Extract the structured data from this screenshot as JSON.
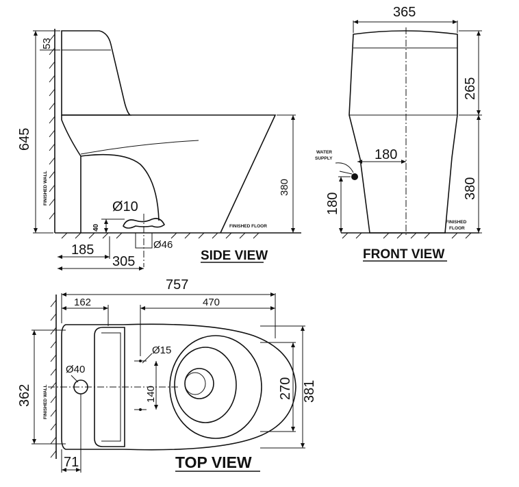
{
  "side_view": {
    "title": "SIDE VIEW",
    "dims": {
      "total_height": "645",
      "tank_top": "53",
      "rim_height": "380",
      "outlet_dia": "Ø10",
      "outlet_gap": "40",
      "to_wall": "185",
      "outlet_center": "305",
      "waste_dia": "Ø46"
    },
    "labels": {
      "wall": "FINISHED WALL",
      "floor": "FINISHED FLOOR"
    }
  },
  "front_view": {
    "title": "FRONT VIEW",
    "dims": {
      "width": "365",
      "tank_height": "265",
      "rim_height": "380",
      "supply_offset": "180",
      "supply_height": "180"
    },
    "labels": {
      "supply_1": "WATER",
      "supply_2": "SUPPLY",
      "floor_1": "FINISHED",
      "floor_2": "FLOOR"
    }
  },
  "top_view": {
    "title": "TOP VIEW",
    "dims": {
      "length": "757",
      "tank_depth": "162",
      "bowl_length": "470",
      "bolt_dia": "Ø15",
      "bolt_spacing": "140",
      "inlet_dia": "Ø40",
      "width": "362",
      "bowl_width": "270",
      "overall_width": "381",
      "wall_gap": "71"
    },
    "labels": {
      "wall": "FINISHED WALL"
    }
  }
}
